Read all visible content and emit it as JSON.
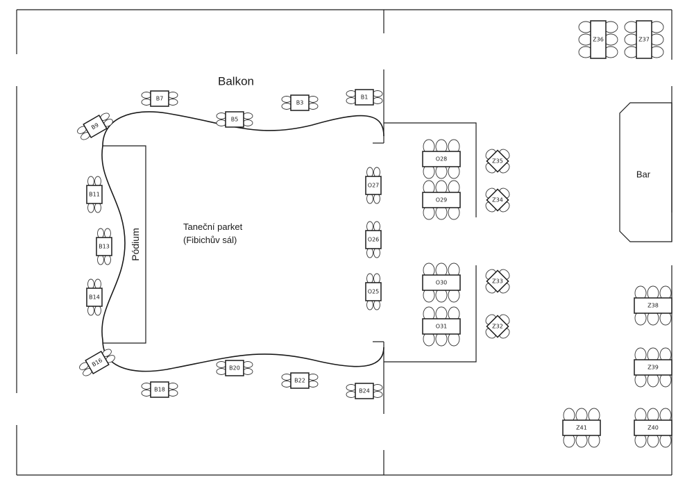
{
  "labels": {
    "balcony": "Balkon",
    "dance_floor_line1": "Taneční parket",
    "dance_floor_line2": "(Fibichův sál)",
    "stage": "Pódium",
    "bar": "Bar"
  },
  "tables": [
    {
      "id": "B1",
      "type": "small-pair-h"
    },
    {
      "id": "B3",
      "type": "small-pair-h"
    },
    {
      "id": "B5",
      "type": "small-pair-h"
    },
    {
      "id": "B7",
      "type": "small-pair-h"
    },
    {
      "id": "B9",
      "type": "small-pair-h-rotated"
    },
    {
      "id": "B11",
      "type": "small-pair-v"
    },
    {
      "id": "B13",
      "type": "small-pair-v"
    },
    {
      "id": "B14",
      "type": "small-pair-v"
    },
    {
      "id": "B16",
      "type": "small-pair-h-rotated"
    },
    {
      "id": "B18",
      "type": "small-pair-h"
    },
    {
      "id": "B20",
      "type": "small-pair-h"
    },
    {
      "id": "B22",
      "type": "small-pair-h"
    },
    {
      "id": "B24",
      "type": "small-pair-h"
    },
    {
      "id": "O25",
      "type": "small-pair-v"
    },
    {
      "id": "O26",
      "type": "small-pair-v"
    },
    {
      "id": "O27",
      "type": "small-pair-v"
    },
    {
      "id": "O28",
      "type": "long-six"
    },
    {
      "id": "O29",
      "type": "long-six"
    },
    {
      "id": "O30",
      "type": "long-six"
    },
    {
      "id": "O31",
      "type": "long-six"
    },
    {
      "id": "Z32",
      "type": "diamond-four"
    },
    {
      "id": "Z33",
      "type": "diamond-four"
    },
    {
      "id": "Z34",
      "type": "diamond-four"
    },
    {
      "id": "Z35",
      "type": "diamond-four"
    },
    {
      "id": "Z36",
      "type": "tall-six"
    },
    {
      "id": "Z37",
      "type": "tall-six"
    },
    {
      "id": "Z38",
      "type": "long-six"
    },
    {
      "id": "Z39",
      "type": "long-six"
    },
    {
      "id": "Z40",
      "type": "long-six"
    },
    {
      "id": "Z41",
      "type": "long-six"
    }
  ]
}
